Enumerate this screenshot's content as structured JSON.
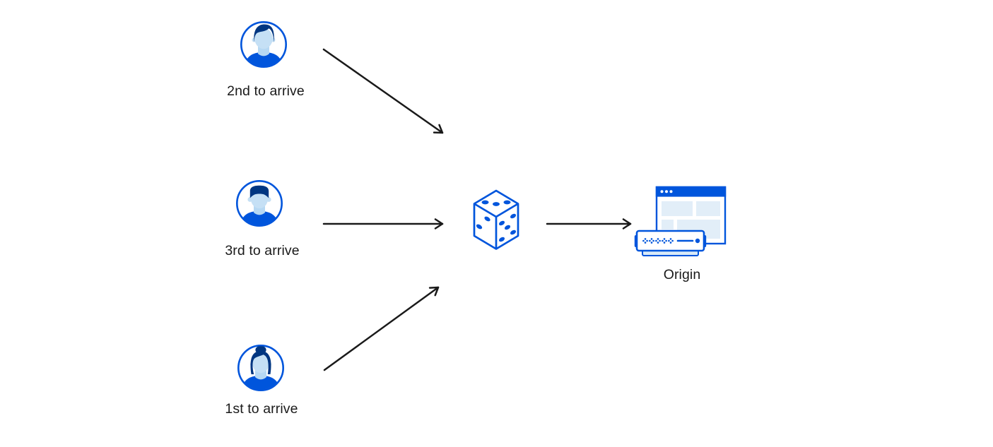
{
  "diagram": {
    "nodes": {
      "visitor_second": {
        "label": "2nd to arrive",
        "icon": "avatar-man-swept-hair-icon"
      },
      "visitor_third": {
        "label": "3rd to arrive",
        "icon": "avatar-man-flat-hair-icon"
      },
      "visitor_first": {
        "label": "1st to arrive",
        "icon": "avatar-woman-bun-icon"
      },
      "random_selector": {
        "icon": "dice-icon"
      },
      "origin": {
        "label": "Origin",
        "icon": "origin-server-browser-icon"
      }
    },
    "arrows": [
      {
        "from": "visitor_second",
        "to": "random_selector"
      },
      {
        "from": "visitor_third",
        "to": "random_selector"
      },
      {
        "from": "visitor_first",
        "to": "random_selector"
      },
      {
        "from": "random_selector",
        "to": "origin"
      }
    ],
    "colors": {
      "primary_blue": "#0055DC",
      "dark_navy_hair": "#003681",
      "skin_light_blue": "#C5E0F5",
      "panel_light_blue": "#E2EEF8",
      "server_base_blue": "#D9EAF8",
      "arrow_black": "#1A1A1A",
      "text": "#1A1A1A",
      "background": "#FFFFFF"
    }
  }
}
